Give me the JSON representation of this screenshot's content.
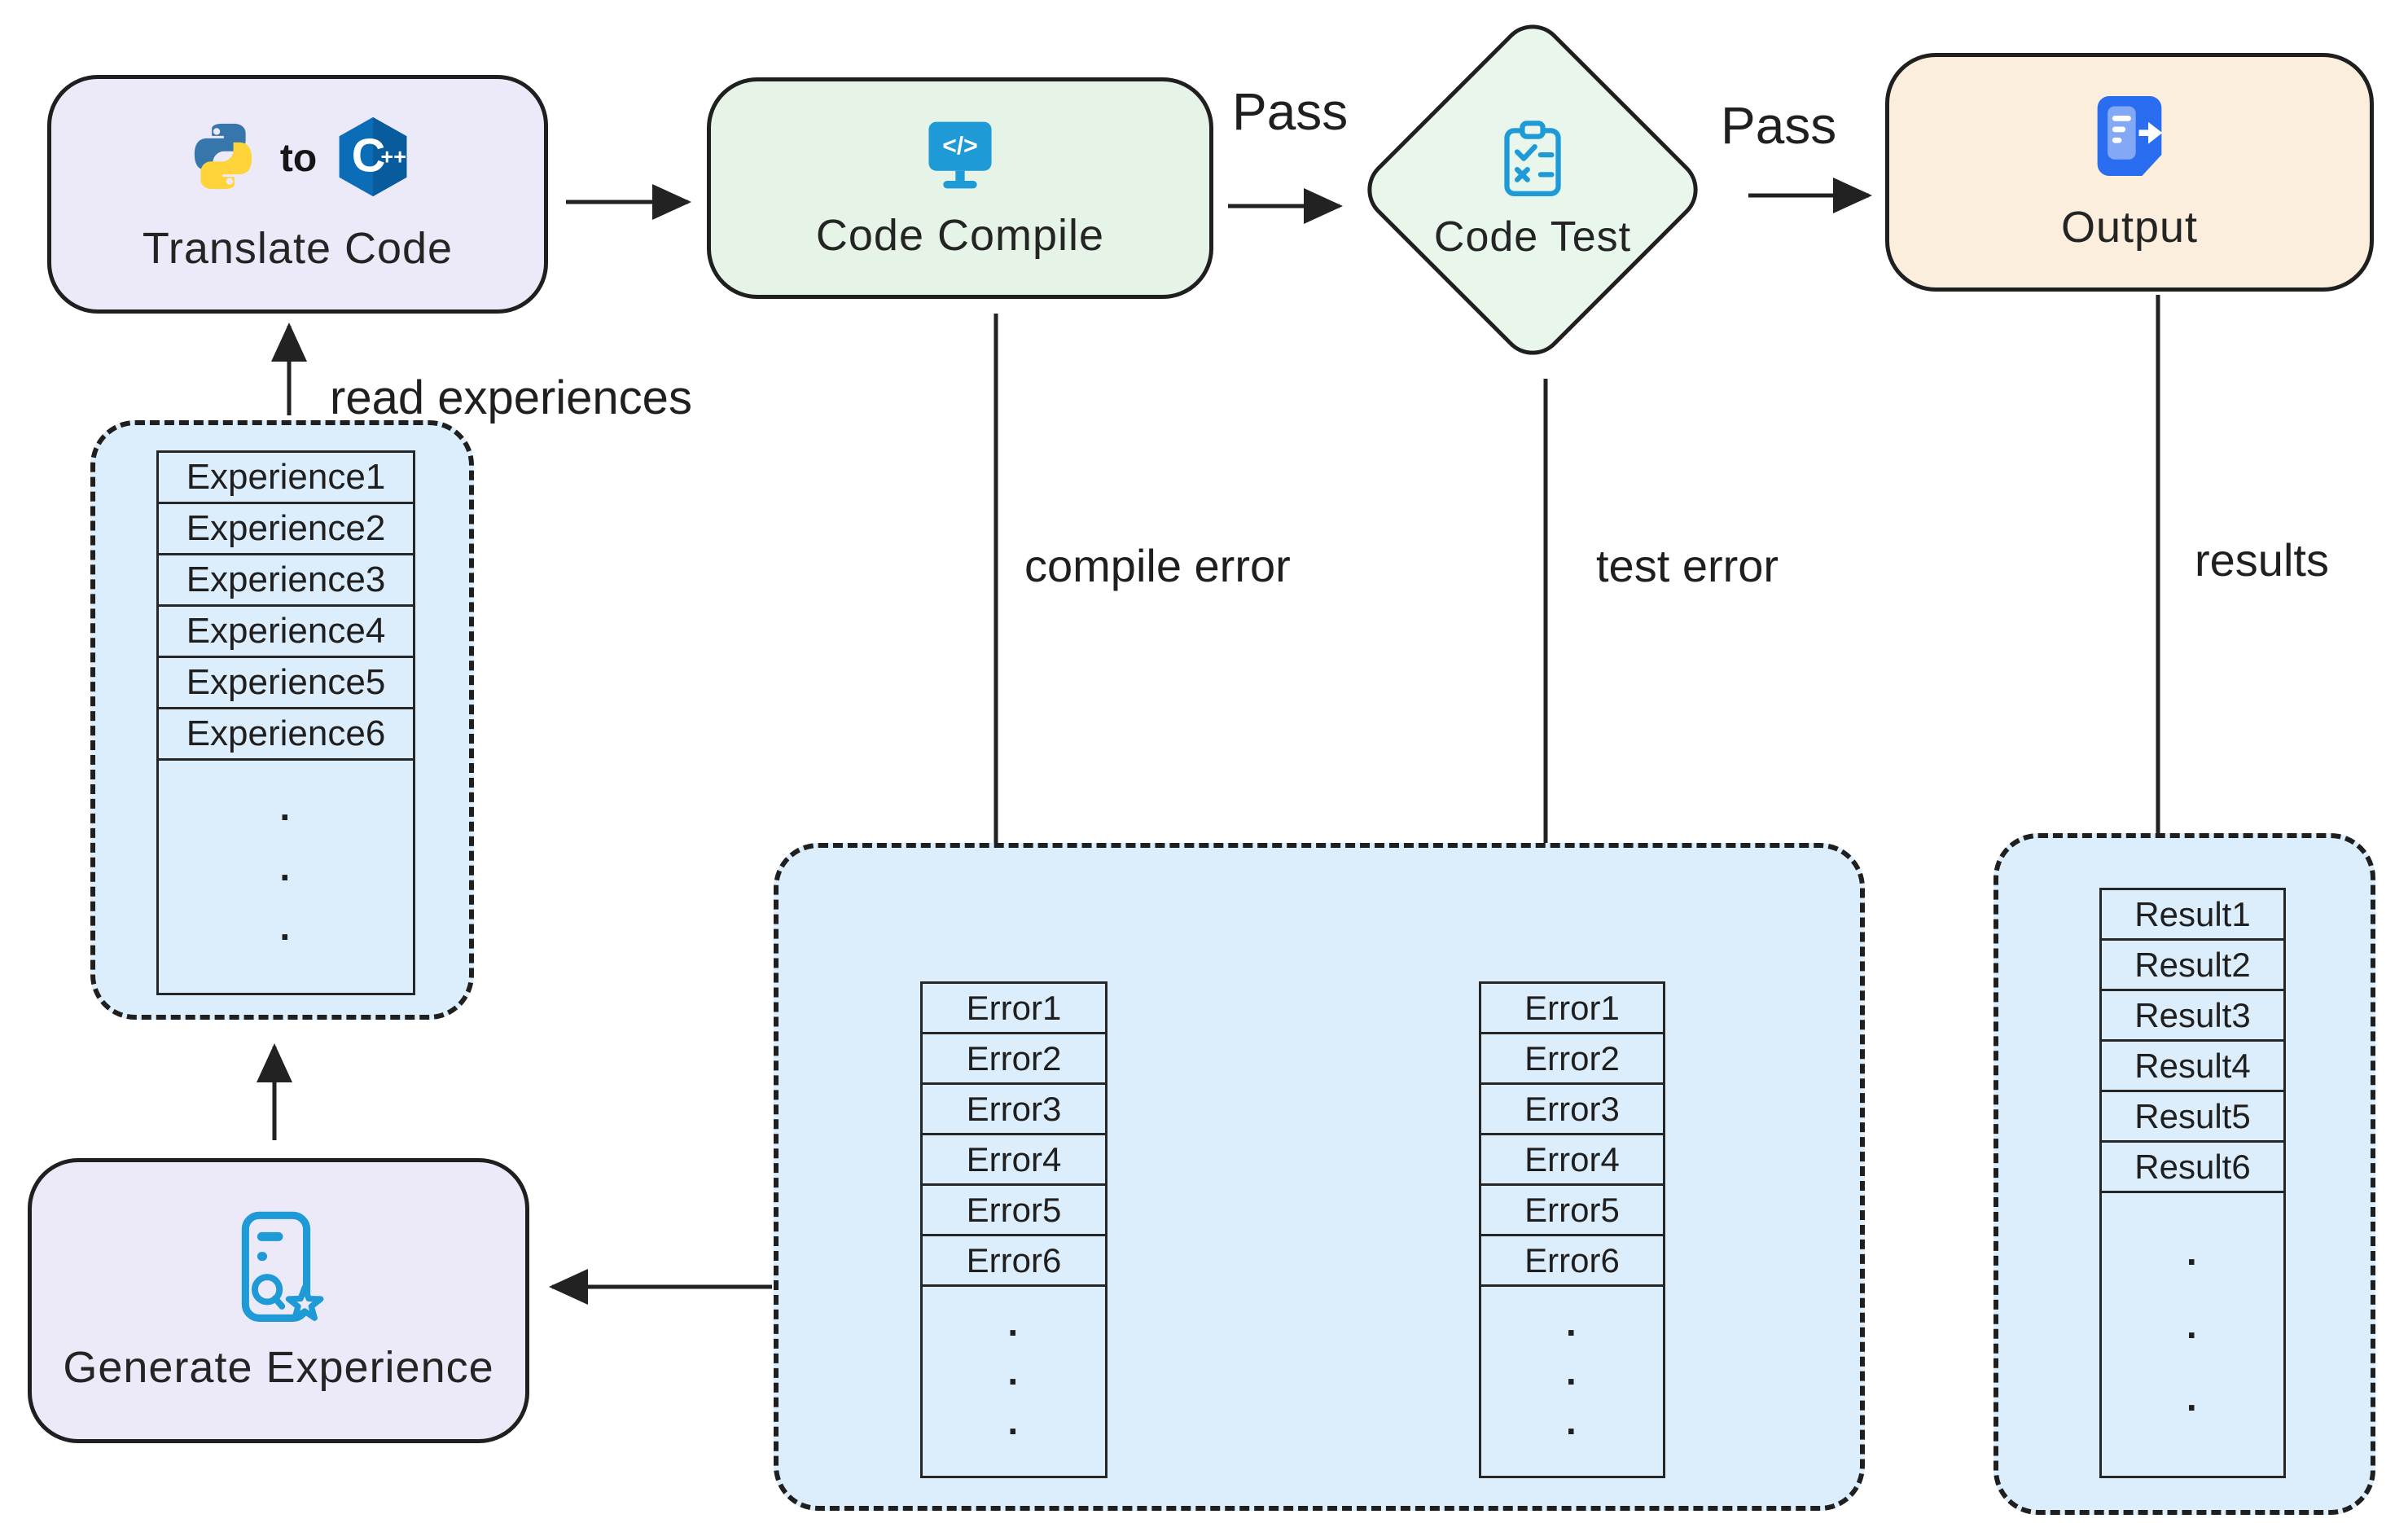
{
  "nodes": {
    "translate": {
      "label": "Translate Code",
      "connector_word": "to"
    },
    "compile": {
      "label": "Code Compile"
    },
    "test": {
      "label": "Code Test"
    },
    "output": {
      "label": "Output"
    },
    "generate": {
      "label": "Generate Experience"
    }
  },
  "edge_labels": {
    "pass_compile_to_test": "Pass",
    "pass_test_to_output": "Pass",
    "read_experiences": "read experiences",
    "compile_error": "compile error",
    "test_error": "test error",
    "results": "results"
  },
  "lists": {
    "experiences": {
      "rows": [
        "Experience1",
        "Experience2",
        "Experience3",
        "Experience4",
        "Experience5",
        "Experience6"
      ]
    },
    "compile_errors": {
      "rows": [
        "Error1",
        "Error2",
        "Error3",
        "Error4",
        "Error5",
        "Error6"
      ]
    },
    "test_errors": {
      "rows": [
        "Error1",
        "Error2",
        "Error3",
        "Error4",
        "Error5",
        "Error6"
      ]
    },
    "results": {
      "rows": [
        "Result1",
        "Result2",
        "Result3",
        "Result4",
        "Result5",
        "Result6"
      ]
    }
  },
  "misc": {
    "ellipsis_dot": "·"
  },
  "icons": {
    "translate_left": "python-logo-icon",
    "translate_right": "cpp-logo-icon",
    "compile": "code-monitor-icon",
    "test": "clipboard-checklist-icon",
    "output": "document-export-icon",
    "generate": "doc-search-star-icon"
  },
  "colors": {
    "node_purple": "#ECEAF9",
    "node_green": "#E6F4E8",
    "diamond_green": "#E8F6EC",
    "node_peach": "#FBEEDC",
    "container_blue": "#DCEDFB",
    "icon_blue": "#1E9AD6",
    "doc_blue": "#2A6DF0",
    "python_blue": "#3776AB",
    "python_yellow": "#FFD43B",
    "cpp_blue": "#0B6DB7",
    "outline_dark": "#222222"
  }
}
